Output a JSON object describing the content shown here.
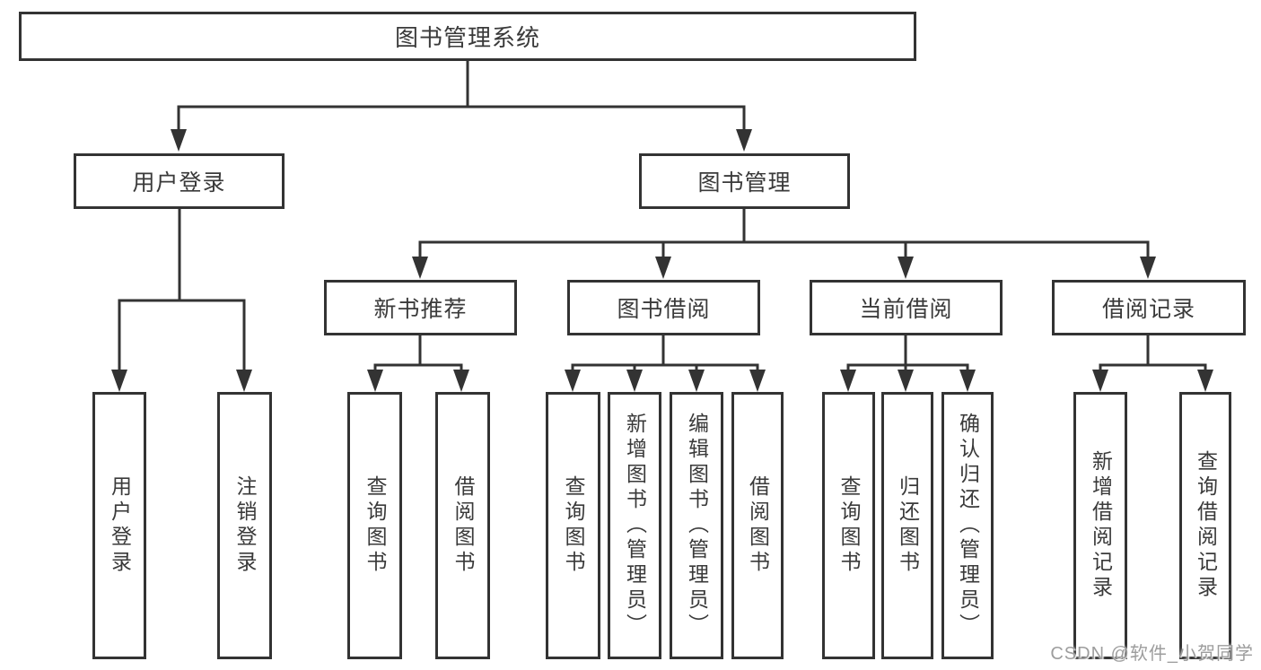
{
  "nodes": {
    "root": {
      "label": "图书管理系统"
    },
    "user_login": {
      "label": "用户登录"
    },
    "book_mgmt": {
      "label": "图书管理"
    },
    "new_book_rec": {
      "label": "新书推荐"
    },
    "book_borrow": {
      "label": "图书借阅"
    },
    "current_borrow": {
      "label": "当前借阅"
    },
    "borrow_record": {
      "label": "借阅记录"
    },
    "leaf_user_login": {
      "label": "用户登录"
    },
    "leaf_logout": {
      "label": "注销登录"
    },
    "leaf_query_book_rec": {
      "label": "查询图书"
    },
    "leaf_borrow_book_rec": {
      "label": "借阅图书"
    },
    "leaf_query_book_borrow": {
      "label": "查询图书"
    },
    "leaf_add_book": {
      "label": "新增图书（管理员）"
    },
    "leaf_edit_book": {
      "label": "编辑图书（管理员）"
    },
    "leaf_borrow_book": {
      "label": "借阅图书"
    },
    "leaf_query_book_current": {
      "label": "查询图书"
    },
    "leaf_return_book": {
      "label": "归还图书"
    },
    "leaf_confirm_return": {
      "label": "确认归还（管理员）"
    },
    "leaf_add_record": {
      "label": "新增借阅记录"
    },
    "leaf_query_record": {
      "label": "查询借阅记录"
    }
  },
  "hierarchy": {
    "图书管理系统": {
      "用户登录": [
        "用户登录",
        "注销登录"
      ],
      "图书管理": {
        "新书推荐": [
          "查询图书",
          "借阅图书"
        ],
        "图书借阅": [
          "查询图书",
          "新增图书（管理员）",
          "编辑图书（管理员）",
          "借阅图书"
        ],
        "当前借阅": [
          "查询图书",
          "归还图书",
          "确认归还（管理员）"
        ],
        "借阅记录": [
          "新增借阅记录",
          "查询借阅记录"
        ]
      }
    }
  },
  "colors": {
    "background": "#ffffff",
    "line": "#333333",
    "box_border": "#333333",
    "text": "#3a3a3a",
    "watermark": "#9d9d9d"
  },
  "watermark": {
    "text": "CSDN @软件_小贺同学"
  }
}
